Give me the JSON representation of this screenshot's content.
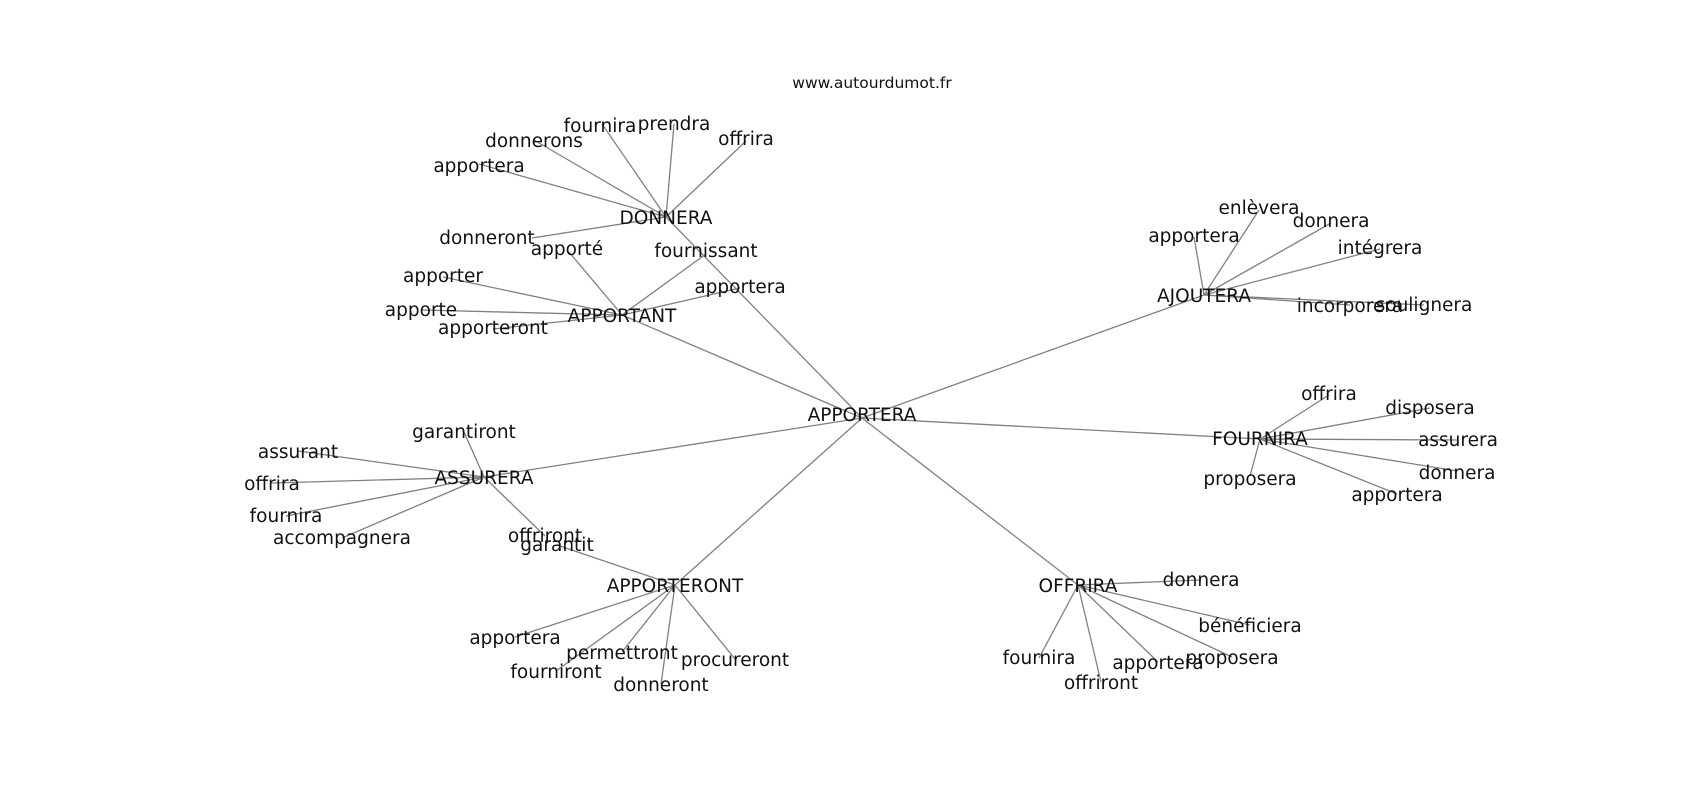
{
  "site": "www.autourdumot.fr",
  "center": "APPORTERA",
  "clusters": [
    {
      "id": "donnera",
      "label": "DONNERA",
      "words": [
        "apportera",
        "donnerons",
        "fournira",
        "prendra",
        "offrira",
        "donneront"
      ]
    },
    {
      "id": "apportant",
      "label": "APPORTANT",
      "words": [
        "apporté",
        "fournissant",
        "apportera",
        "apporter",
        "apporte",
        "apporteront"
      ]
    },
    {
      "id": "ajoutera",
      "label": "AJOUTERA",
      "words": [
        "enlèvera",
        "apportera",
        "donnera",
        "intégrera",
        "incorporera",
        "soulignera"
      ]
    },
    {
      "id": "fournira",
      "label": "FOURNIRA",
      "words": [
        "offrira",
        "disposera",
        "assurera",
        "proposera",
        "donnera",
        "apportera"
      ]
    },
    {
      "id": "assurera",
      "label": "ASSURERA",
      "words": [
        "garantiront",
        "assurant",
        "offrira",
        "fournira",
        "accompagnera",
        "offriront"
      ]
    },
    {
      "id": "apporteront",
      "label": "APPORTERONT",
      "words": [
        "garantit",
        "apportera",
        "permettront",
        "fourniront",
        "donneront",
        "procureront"
      ]
    },
    {
      "id": "offrira",
      "label": "OFFRIRA",
      "words": [
        "donnera",
        "bénéficiera",
        "fournira",
        "apportera",
        "proposera",
        "offriront"
      ]
    }
  ]
}
